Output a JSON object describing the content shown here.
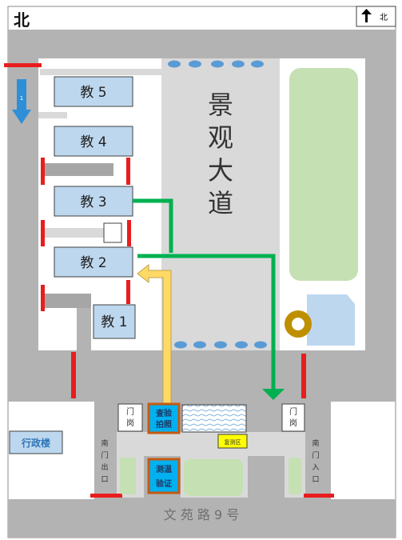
{
  "north_indicator": {
    "label": "北",
    "arrow": "arrow-up-icon"
  },
  "corner_glyph": "北",
  "buildings": {
    "jiao1": "教 1",
    "jiao2": "教 2",
    "jiao3": "教 3",
    "jiao4": "教 4",
    "jiao5": "教 5",
    "admin": "行政楼"
  },
  "avenue": {
    "label": "景观大道"
  },
  "gates": {
    "guard_left": "门岗",
    "guard_right": "门岗",
    "south_exit": "南门出口",
    "south_entry": "南门入口"
  },
  "checkpoints": {
    "photo_check": {
      "line1": "查验",
      "line2": "拍照"
    },
    "temp_check": {
      "line1": "测温",
      "line2": "验证"
    },
    "small_sign": "复测区"
  },
  "road": {
    "label": "文 苑 路 9 号"
  },
  "colors": {
    "road": "#b3b3b3",
    "building_fill": "#bdd7ee",
    "lawn": "#c5e0b3",
    "avenue": "#d9d9d9",
    "green_route": "#00b050",
    "yellow_route": "#ffd966",
    "red_marker": "#e81e1e",
    "blue_arrow": "#2e8fd8",
    "checkpoint_fill": "#00b0f0",
    "checkpoint_border": "#c55a11",
    "dot": "#5b9bd5"
  }
}
